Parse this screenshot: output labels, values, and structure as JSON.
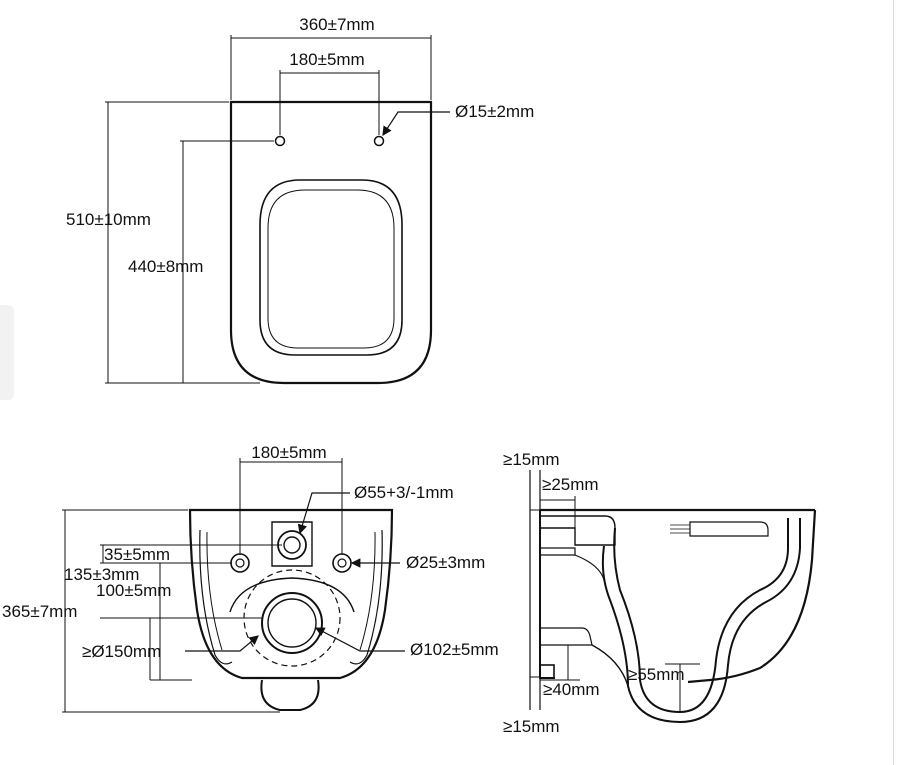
{
  "diagram": {
    "top_view": {
      "overall_width": "360±7mm",
      "hole_spacing": "180±5mm",
      "hole_diameter": "Ø15±2mm",
      "overall_length": "510±10mm",
      "hole_to_front": "440±8mm"
    },
    "rear_view": {
      "bolt_spacing": "180±5mm",
      "inlet_diameter": "Ø55+3/-1mm",
      "bolt_diameter": "Ø25±3mm",
      "inlet_offset": "35±5mm",
      "bolt_height": "135±3mm",
      "outlet_center": "100±5mm",
      "overall_height": "365±7mm",
      "seal_diameter": "≥Ø150mm",
      "outlet_diameter": "Ø102±5mm"
    },
    "side_view": {
      "top_gap": "≥15mm",
      "inlet_depth": "≥25mm",
      "outlet_depth": "≥40mm",
      "trap_seal": "≥55mm",
      "bottom_gap": "≥15mm"
    }
  }
}
